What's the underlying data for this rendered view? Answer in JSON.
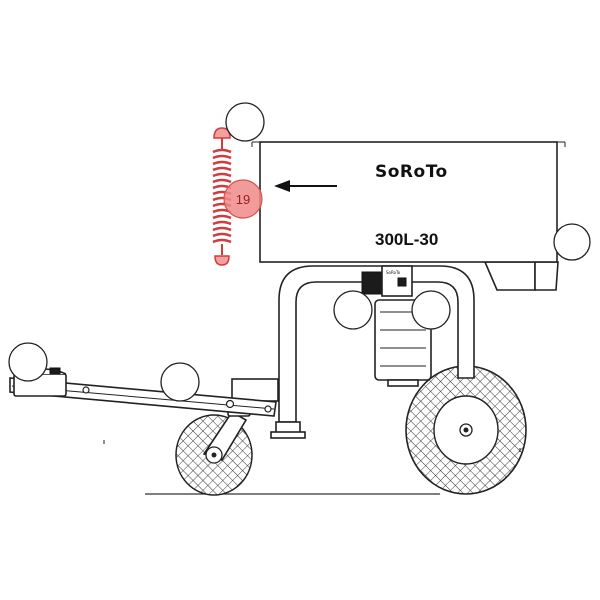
{
  "brand_label": "SoRoTo",
  "model_label": "300L-30",
  "hardware_brand_label": "SoRoTo",
  "callout": {
    "number": "19",
    "color": "#f08a8a",
    "stroke": "#d65252"
  },
  "spring_color": "#d23b3b",
  "spring_highlight": "#f2a0a0",
  "arrow_icon": "arrow-left-icon",
  "wheel_pattern": "diamond-tread"
}
